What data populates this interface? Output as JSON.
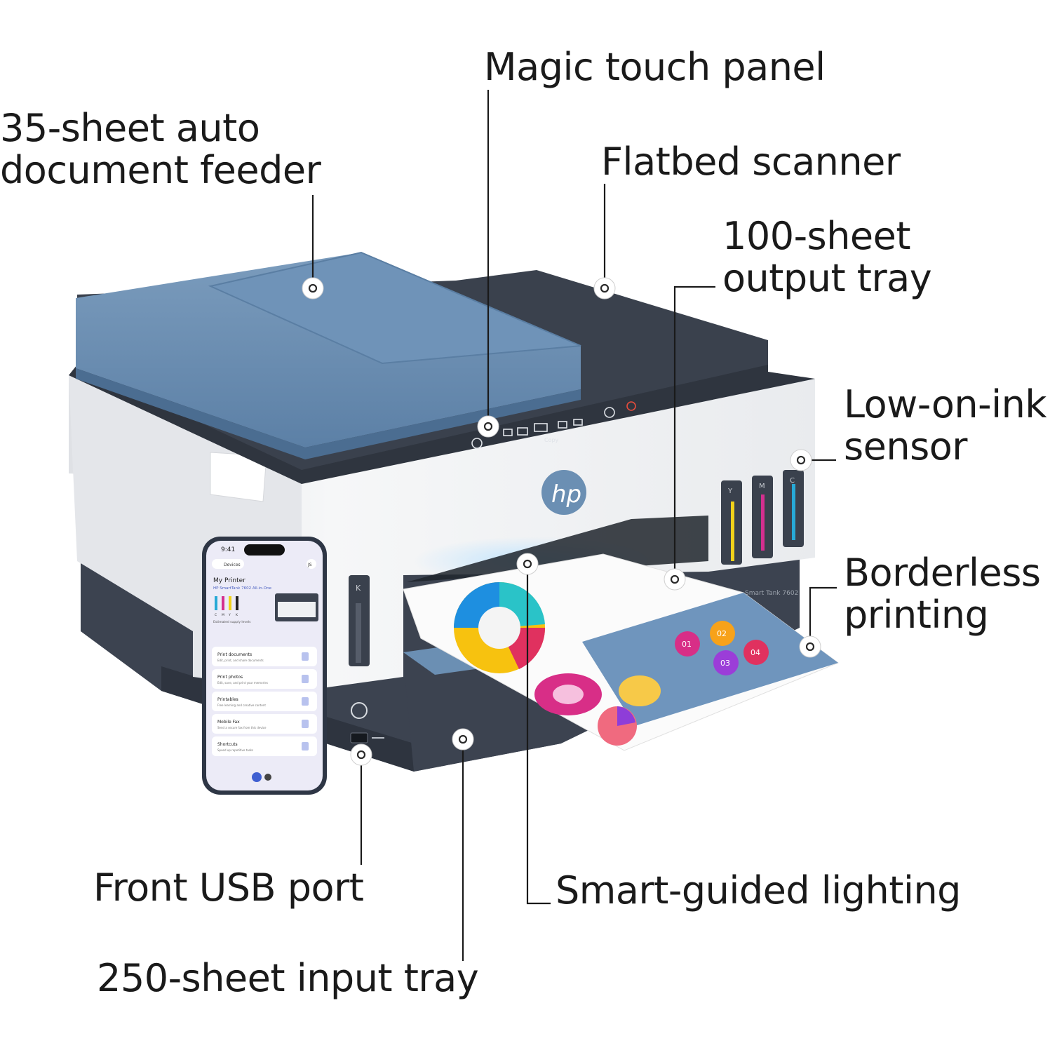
{
  "labels": {
    "adf": [
      "35-sheet auto",
      "document feeder"
    ],
    "touch_panel": "Magic touch panel",
    "flatbed": "Flatbed scanner",
    "output_tray": [
      "100-sheet",
      "output tray"
    ],
    "ink_sensor": [
      "Low-on-ink",
      "sensor"
    ],
    "borderless": [
      "Borderless",
      "printing"
    ],
    "usb": "Front USB port",
    "lighting": "Smart-guided lighting",
    "input_tray": "250-sheet input tray"
  },
  "phone": {
    "time": "9:41",
    "back_label": "Devices",
    "avatar": "JS",
    "title": "My Printer",
    "subtitle": "HP SmartTank 7602 All-in-One",
    "ink_letters": [
      "C",
      "M",
      "Y",
      "K"
    ],
    "supply_note": "Estimated supply levels",
    "menu": [
      {
        "title": "Print documents",
        "desc": "Edit, print, and share documents"
      },
      {
        "title": "Print photos",
        "desc": "Edit, save, and print your memories"
      },
      {
        "title": "Printables",
        "desc": "Free learning and creative content"
      },
      {
        "title": "Mobile Fax",
        "desc": "Send a secure fax from this device"
      },
      {
        "title": "Shortcuts",
        "desc": "Speed up repetitive tasks"
      }
    ]
  },
  "printer": {
    "brand": "hp",
    "tank_letters": [
      "Y",
      "M",
      "C"
    ],
    "black_tank_letter": "K",
    "model_badge": "Smart Tank 7602",
    "panel_label": "Copy",
    "sheet_badges": [
      "01",
      "02",
      "03",
      "04"
    ]
  },
  "colors": {
    "lid_blue": "#6b8fb3",
    "body_dark": "#3b4250",
    "body_white": "#f1f2f4",
    "ink_yellow": "#f1d21a",
    "ink_magenta": "#d42f8f",
    "ink_cyan": "#27a9d6"
  }
}
